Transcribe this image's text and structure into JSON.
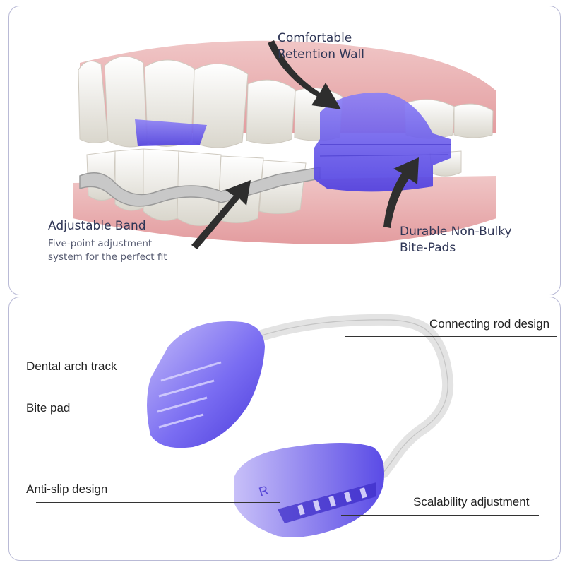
{
  "top_panel": {
    "retention_wall": {
      "line1": "Comfortable",
      "line2": "Retention Wall"
    },
    "band": {
      "title": "Adjustable Band",
      "desc_line1": "Five-point adjustment",
      "desc_line2": "system for the perfect fit"
    },
    "bite_pads": {
      "line1": "Durable Non-Bulky",
      "line2": "Bite-Pads"
    }
  },
  "bottom_panel": {
    "connecting_rod": "Connecting rod design",
    "dental_arch": "Dental arch track",
    "bite_pad": "Bite pad",
    "anti_slip": "Anti-slip design",
    "scalability": "Scalability adjustment",
    "pad_marker": "R"
  },
  "colors": {
    "device_purple": "#6a5cf0",
    "device_light": "#b0a6f5",
    "gum_pink": "#e9a9a9",
    "tooth_white": "#f3f1ea"
  }
}
